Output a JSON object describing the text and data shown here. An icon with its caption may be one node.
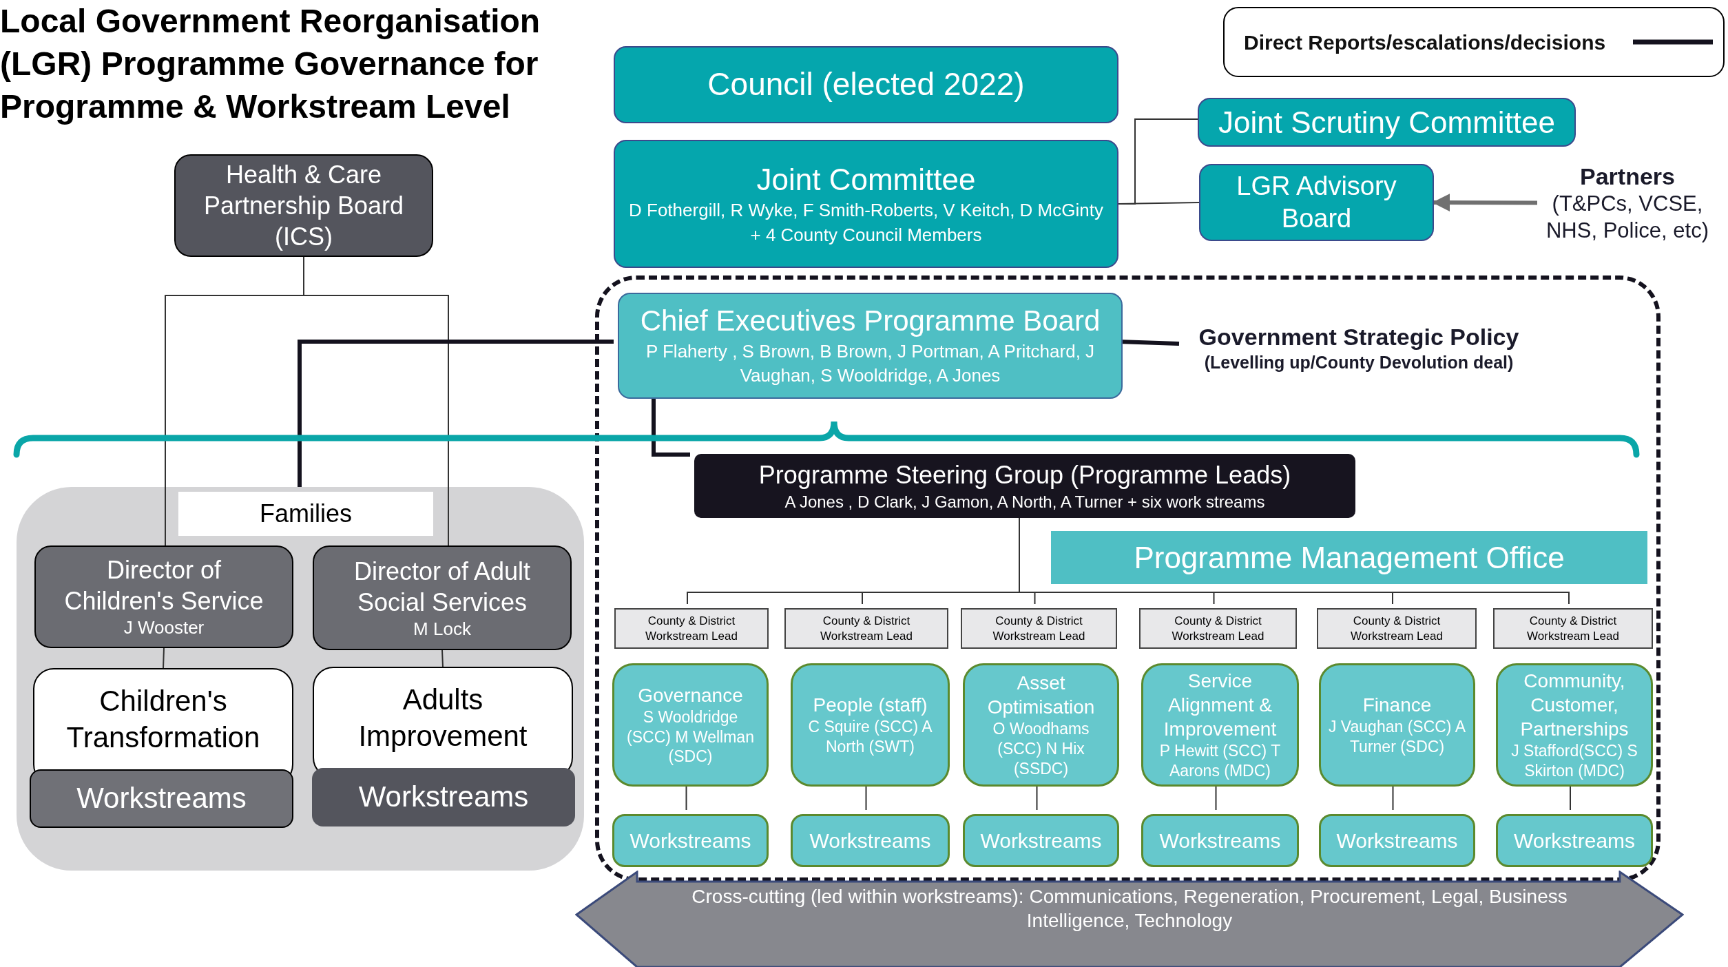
{
  "diagram": {
    "title": "Local Government Reorganisation (LGR) Programme Governance for Programme & Workstream Level",
    "nodes": [
      {
        "text": [
          "Council (elected 2022)"
        ]
      },
      {
        "text": [
          "Joint Committee",
          "D Fothergill, R Wyke, F Smith-Roberts, V Keitch, D McGinty + 4 County Council Members"
        ]
      },
      {
        "text": [
          "Joint Scrutiny Committee"
        ]
      },
      {
        "text": [
          "LGR Advisory Board"
        ]
      },
      {
        "text": [
          "Partners",
          "(T&PCs, VCSE, NHS, Police, etc)"
        ]
      },
      {
        "text": [
          "Health & Care Partnership Board (ICS)"
        ]
      },
      {
        "text": [],
        "shape": "box"
      },
      {
        "text": [
          "Chief Executives Programme Board",
          "P Flaherty , S Brown, B Brown, J Portman, A Pritchard, J Vaughan, S Wooldridge, A Jones"
        ],
        "in": 6
      },
      {
        "text": [
          "Government Strategic Policy",
          "(Levelling up/County Devolution deal)"
        ],
        "in": 6
      },
      {
        "text": [
          "Programme Steering Group (Programme Leads)",
          "A Jones , D Clark, J Gamon, A North, A Turner + six work streams"
        ],
        "in": 6
      },
      {
        "text": [
          "Programme Management Office"
        ],
        "in": 6
      },
      {
        "text": [
          "County & District Workstream Lead"
        ],
        "in": 6
      },
      {
        "text": [
          "County & District Workstream Lead"
        ],
        "in": 6
      },
      {
        "text": [
          "County & District Workstream Lead"
        ],
        "in": 6
      },
      {
        "text": [
          "County & District Workstream Lead"
        ],
        "in": 6
      },
      {
        "text": [
          "County & District Workstream Lead"
        ],
        "in": 6
      },
      {
        "text": [
          "County & District Workstream Lead"
        ],
        "in": 6
      },
      {
        "text": [
          "Governance",
          "S Wooldridge (SCC) M Wellman (SDC)"
        ],
        "in": 6
      },
      {
        "text": [
          "People (staff)",
          "C Squire (SCC) A North (SWT)"
        ],
        "in": 6
      },
      {
        "text": [
          "Asset Optimisation",
          "O Woodhams (SCC) N Hix (SSDC)"
        ],
        "in": 6
      },
      {
        "text": [
          "Service Alignment & Improvement",
          "P Hewitt (SCC) T Aarons (MDC)"
        ],
        "in": 6
      },
      {
        "text": [
          "Finance",
          "J Vaughan (SCC) A Turner (SDC)"
        ],
        "in": 6
      },
      {
        "text": [
          "Community, Customer, Partnerships",
          "J Stafford(SCC) S Skirton (MDC)"
        ],
        "in": 6
      },
      {
        "text": [
          "Workstreams"
        ],
        "in": 6
      },
      {
        "text": [
          "Workstreams"
        ],
        "in": 6
      },
      {
        "text": [
          "Workstreams"
        ],
        "in": 6
      },
      {
        "text": [
          "Workstreams"
        ],
        "in": 6
      },
      {
        "text": [
          "Workstreams"
        ],
        "in": 6
      },
      {
        "text": [
          "Workstreams"
        ],
        "in": 6
      },
      {
        "text": [
          "Families"
        ]
      },
      {
        "text": [
          "Director of Children's Service",
          "J Wooster"
        ],
        "in": 29
      },
      {
        "text": [
          "Director of Adult Social Services",
          "M Lock"
        ],
        "in": 29
      },
      {
        "text": [
          "Children's Transformation"
        ],
        "in": 29
      },
      {
        "text": [
          "Workstreams"
        ],
        "in": 29
      },
      {
        "text": [
          "Adults Improvement"
        ],
        "in": 29
      },
      {
        "text": [
          "Workstreams"
        ],
        "in": 29
      },
      {
        "text": [
          "Cross-cutting (led within workstreams): Communications, Regeneration, Procurement, Legal, Business Intelligence, Technology"
        ]
      }
    ],
    "edges": [
      {
        "from": 1,
        "to": 2,
        "arrow": "none"
      },
      {
        "from": 1,
        "to": 3,
        "arrow": "none"
      },
      {
        "from": 4,
        "to": 3,
        "arrow": "to",
        "style": "thick",
        "color": "#707070"
      },
      {
        "from": 5,
        "to": 30,
        "arrow": "none"
      },
      {
        "from": 5,
        "to": 31,
        "arrow": "none"
      },
      {
        "from": 30,
        "to": 32,
        "arrow": "none"
      },
      {
        "from": 31,
        "to": 34,
        "arrow": "none"
      },
      {
        "from": 7,
        "to": 8,
        "arrow": "none",
        "style": "thick"
      },
      {
        "from": 7,
        "to": 9,
        "arrow": "none",
        "style": "thick"
      },
      {
        "from": 7,
        "to": 29,
        "arrow": "none",
        "style": "thick"
      },
      {
        "from": 9,
        "to": 11,
        "arrow": "none"
      },
      {
        "from": 9,
        "to": 12,
        "arrow": "none"
      },
      {
        "from": 9,
        "to": 13,
        "arrow": "none"
      },
      {
        "from": 9,
        "to": 14,
        "arrow": "none"
      },
      {
        "from": 9,
        "to": 15,
        "arrow": "none"
      },
      {
        "from": 9,
        "to": 16,
        "arrow": "none"
      },
      {
        "from": 17,
        "to": 23,
        "arrow": "none"
      },
      {
        "from": 18,
        "to": 24,
        "arrow": "none"
      },
      {
        "from": 19,
        "to": 25,
        "arrow": "none"
      },
      {
        "from": 20,
        "to": 26,
        "arrow": "none"
      },
      {
        "from": 21,
        "to": 27,
        "arrow": "none"
      },
      {
        "from": 22,
        "to": 28,
        "arrow": "none"
      }
    ],
    "legend": [
      {
        "text": "Direct Reports/escalations/decisions"
      }
    ]
  }
}
